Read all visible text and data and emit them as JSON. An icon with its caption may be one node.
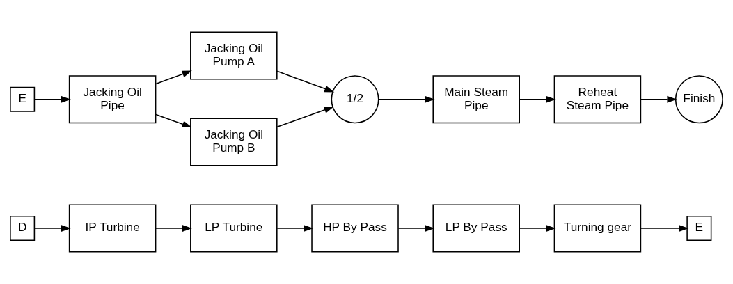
{
  "diagram": {
    "nodes": [
      {
        "text": [
          "D"
        ]
      },
      {
        "text": [
          "IP Turbine"
        ]
      },
      {
        "text": [
          "LP Turbine"
        ]
      },
      {
        "text": [
          "HP By Pass"
        ]
      },
      {
        "text": [
          "LP By Pass"
        ]
      },
      {
        "text": [
          "Turning gear"
        ]
      },
      {
        "text": [
          "E"
        ]
      },
      {
        "text": [
          "E"
        ]
      },
      {
        "text": [
          "Jacking Oil Pipe"
        ]
      },
      {
        "text": [
          "Jacking Oil Pump A"
        ]
      },
      {
        "text": [
          "Jacking Oil Pump B"
        ]
      },
      {
        "text": [
          "1/2"
        ]
      },
      {
        "text": [
          "Main Steam Pipe"
        ]
      },
      {
        "text": [
          "Reheat Steam Pipe"
        ]
      },
      {
        "text": [
          "Finish"
        ]
      }
    ],
    "edges": [
      {
        "from": 0,
        "to": 1,
        "arrow": "to"
      },
      {
        "from": 1,
        "to": 2,
        "arrow": "to"
      },
      {
        "from": 2,
        "to": 3,
        "arrow": "to"
      },
      {
        "from": 3,
        "to": 4,
        "arrow": "to"
      },
      {
        "from": 4,
        "to": 5,
        "arrow": "to"
      },
      {
        "from": 5,
        "to": 6,
        "arrow": "to"
      },
      {
        "from": 7,
        "to": 8,
        "arrow": "to"
      },
      {
        "from": 8,
        "to": 9,
        "arrow": "to"
      },
      {
        "from": 8,
        "to": 10,
        "arrow": "to"
      },
      {
        "from": 9,
        "to": 11,
        "arrow": "to"
      },
      {
        "from": 10,
        "to": 11,
        "arrow": "to"
      },
      {
        "from": 11,
        "to": 12,
        "arrow": "to"
      },
      {
        "from": 12,
        "to": 13,
        "arrow": "to"
      },
      {
        "from": 13,
        "to": 14,
        "arrow": "to"
      }
    ]
  }
}
